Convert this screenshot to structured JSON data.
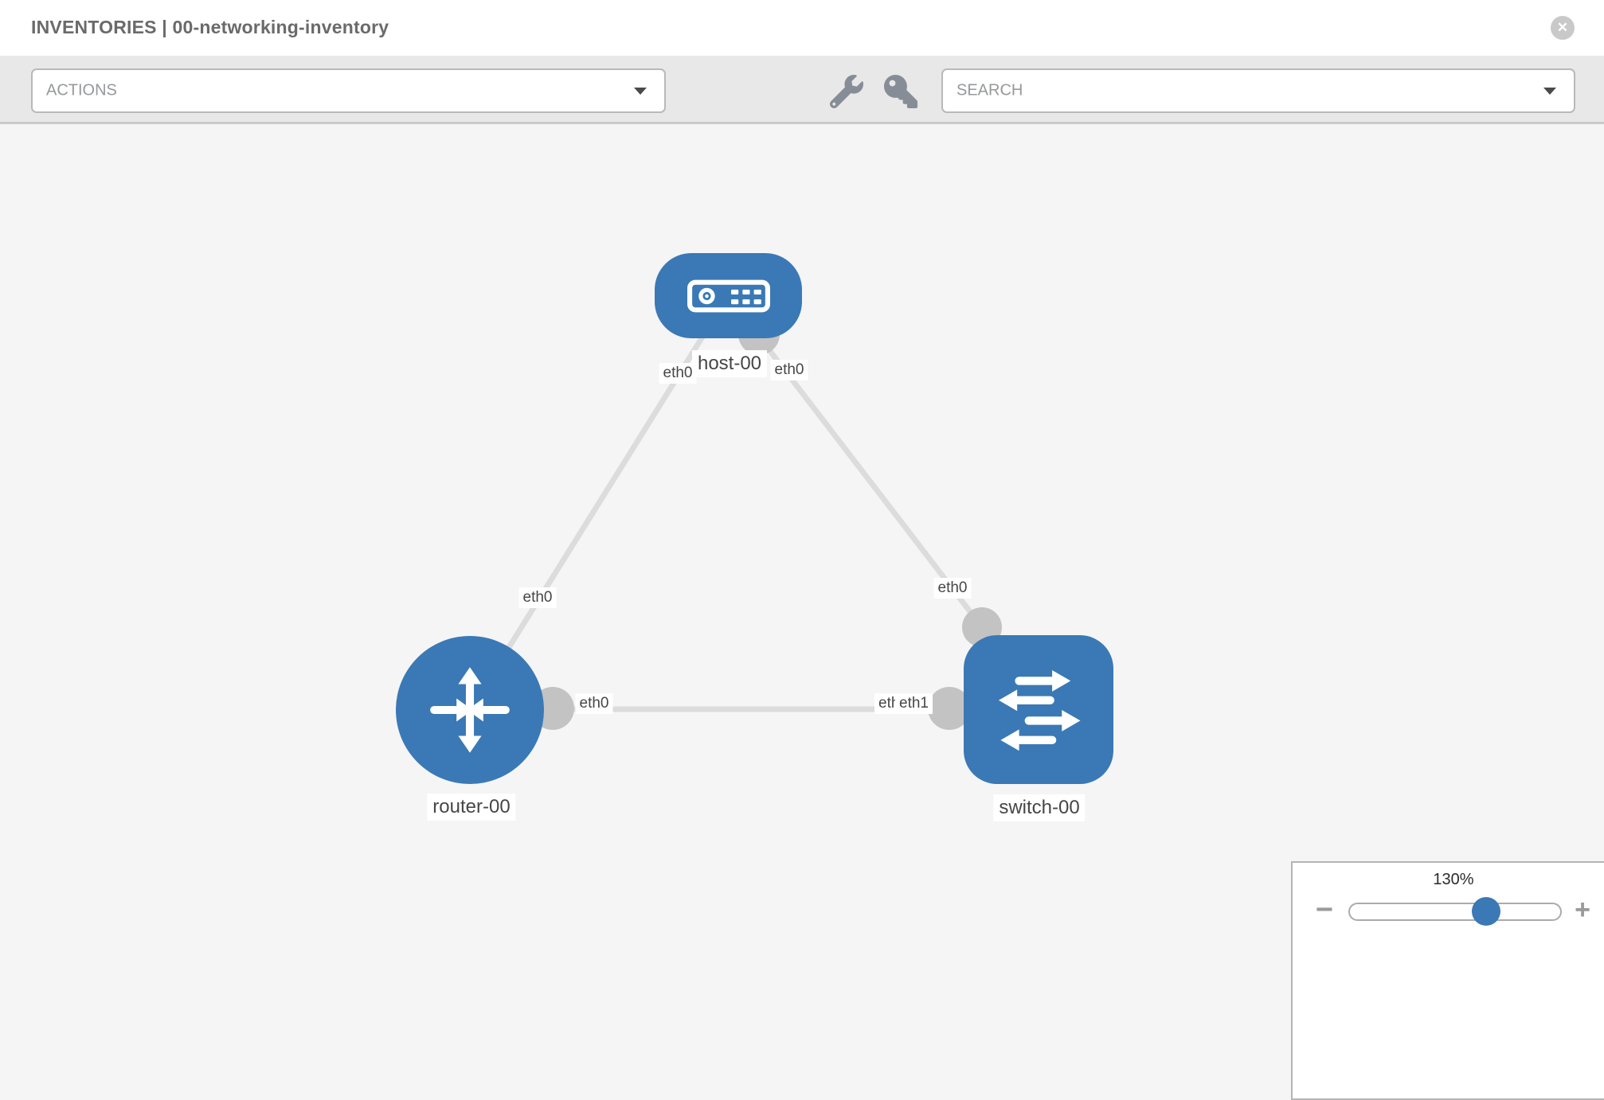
{
  "header": {
    "title": "INVENTORIES | 00-networking-inventory"
  },
  "toolbar": {
    "actions_label": "ACTIONS",
    "search_label": "SEARCH",
    "icon_buttons": [
      "wrench-icon",
      "key-icon"
    ]
  },
  "icons": {
    "close": "✕"
  },
  "topology": {
    "nodes": [
      {
        "name": "host-00",
        "type": "host"
      },
      {
        "name": "router-00",
        "type": "router"
      },
      {
        "name": "switch-00",
        "type": "switch"
      }
    ],
    "links": [
      {
        "from": "router-00",
        "from_iface": "eth0",
        "to": "host-00",
        "to_iface": "eth0"
      },
      {
        "from": "host-00",
        "from_iface": "eth0",
        "to": "switch-00",
        "to_iface": "eth0"
      },
      {
        "from": "router-00",
        "from_iface": "eth0",
        "to": "switch-00",
        "to_ifaces": [
          "eth0",
          "eth1"
        ]
      }
    ]
  },
  "zoom_control": {
    "percent": "130%",
    "minus": "−",
    "plus": "+"
  },
  "colors": {
    "node_blue": "#3a79b5",
    "edge_gray": "#dcdcdc",
    "connector_gray": "#c3c3c3",
    "canvas_bg": "#f5f5f5",
    "toolbar_bg": "#e8e8e8"
  }
}
